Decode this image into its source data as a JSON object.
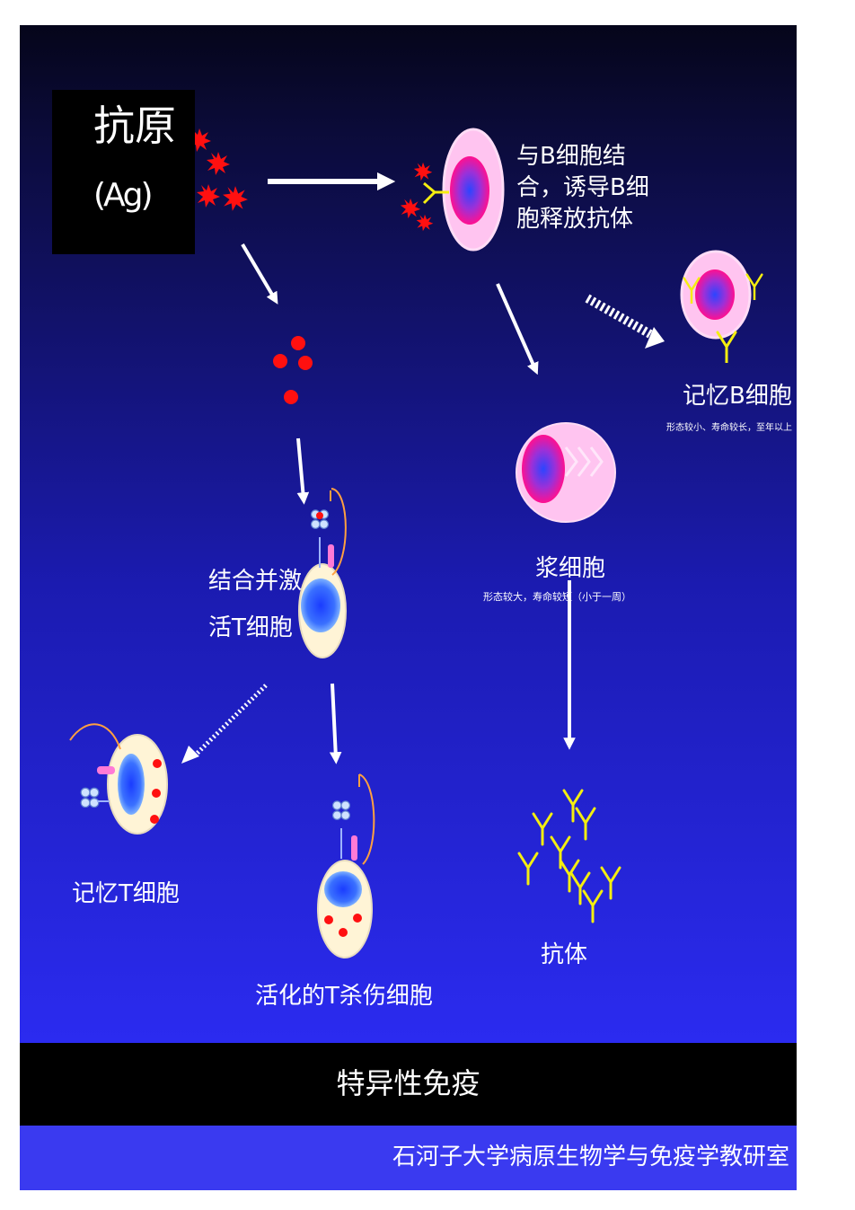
{
  "antigen": {
    "name": "抗原",
    "abbr": "(Ag)"
  },
  "b_cell_label": [
    "与B细胞结",
    "合，诱导B细",
    "胞释放抗体"
  ],
  "memory_b": {
    "name": "记忆B细胞",
    "note": "形态较小、寿命较长，至年以上"
  },
  "plasma": {
    "name": "浆细胞",
    "note": "形态较大，寿命较短（小于一周）"
  },
  "t_activation_label": [
    "结合并激",
    "活T细胞"
  ],
  "memory_t": {
    "name": "记忆T细胞"
  },
  "killer_t": {
    "name": "活化的T杀伤细胞"
  },
  "antibody": {
    "name": "抗体"
  },
  "title": "特异性免疫",
  "footer": "石河子大学病原生物学与免疫学教研室",
  "colors": {
    "background_top": "#05051a",
    "background_bottom": "#2b2bf0",
    "antigen": "#ff1010",
    "antibody": "#f4ee10",
    "b_cell": "#ffc4f0",
    "t_cell": "#fff4d6"
  }
}
